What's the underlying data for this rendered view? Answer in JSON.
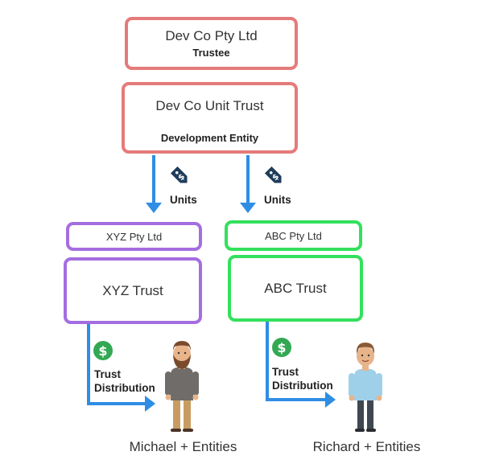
{
  "trustee": {
    "name": "Dev Co Pty Ltd",
    "role": "Trustee"
  },
  "development": {
    "name": "Dev Co Unit Trust",
    "role": "Development Entity"
  },
  "flows": {
    "units_left": "Units",
    "units_right": "Units"
  },
  "left_branch": {
    "company": "XYZ Pty Ltd",
    "trust": "XYZ Trust",
    "distribution_line1": "Trust",
    "distribution_line2": "Distribution",
    "beneficiary": "Michael + Entities"
  },
  "right_branch": {
    "company": "ABC Pty Ltd",
    "trust": "ABC Trust",
    "distribution_line1": "Trust",
    "distribution_line2": "Distribution",
    "beneficiary": "Richard + Entities"
  },
  "colors": {
    "trustee_border": "#e57b7b",
    "xyz_border": "#a56ee0",
    "abc_border": "#33e05c",
    "arrow": "#2f8de4",
    "dollar_badge": "#33a853",
    "tag_icon": "#1e3c5a"
  },
  "icons": {
    "units": "price-tag-dollar-icon",
    "distribution": "dollar-coin-icon",
    "person_left": "bearded-man-icon",
    "person_right": "young-man-icon"
  }
}
